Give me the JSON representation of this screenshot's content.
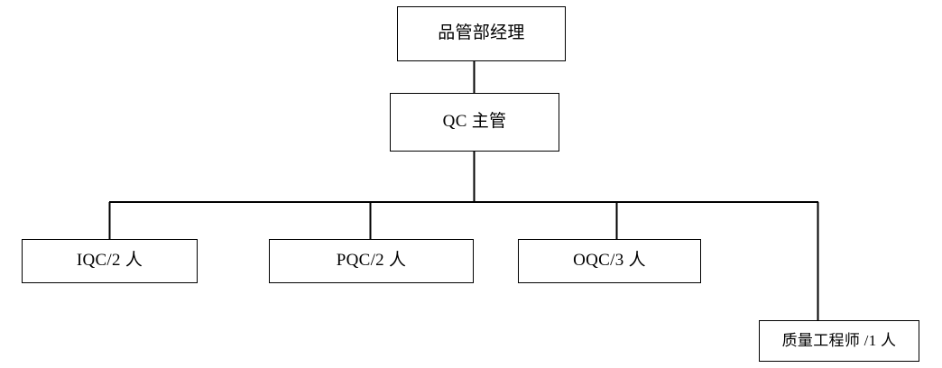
{
  "diagram": {
    "type": "organization-chart",
    "title": "",
    "background_color": "#ffffff",
    "line_color": "#000000",
    "box_border_color": "#000000",
    "box_fill_color": "#ffffff",
    "text_color": "#000000",
    "nodes": {
      "qa_manager": {
        "label": "品管部经理"
      },
      "qc_supervisor": {
        "label": "QC 主管"
      },
      "iqc": {
        "label": "IQC/2 人"
      },
      "pqc": {
        "label": "PQC/2 人"
      },
      "oqc": {
        "label": "OQC/3 人"
      },
      "quality_engineer": {
        "label": "质量工程师 /1 人"
      }
    },
    "connections": [
      {
        "from": "qa_manager",
        "to": "qc_supervisor"
      },
      {
        "from": "qc_supervisor",
        "to": "iqc"
      },
      {
        "from": "qc_supervisor",
        "to": "pqc"
      },
      {
        "from": "qc_supervisor",
        "to": "oqc"
      },
      {
        "from": "qc_supervisor",
        "to": "quality_engineer"
      }
    ]
  }
}
